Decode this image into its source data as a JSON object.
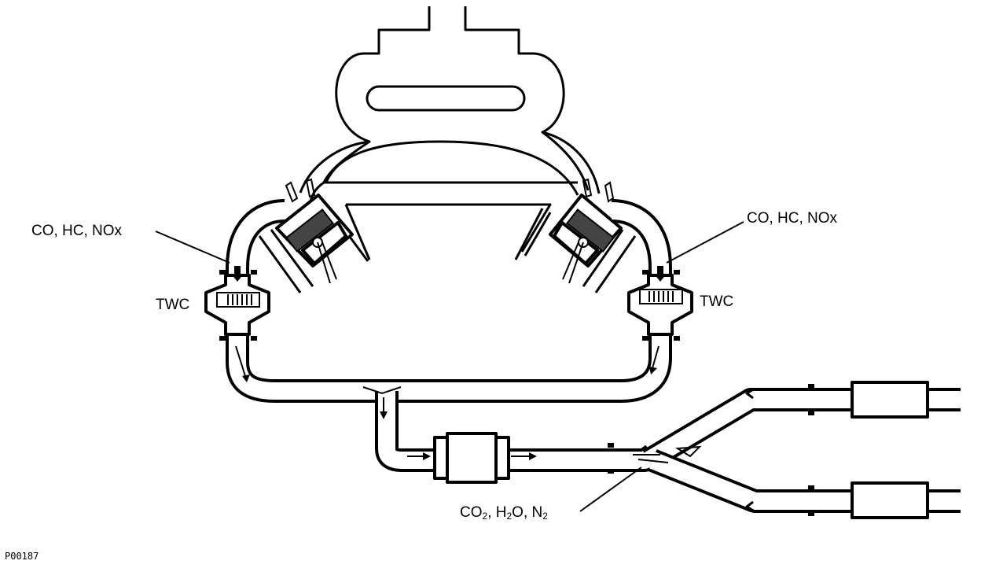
{
  "labels": {
    "left_gases": "CO, HC, NOx",
    "right_gases": "CO, HC, NOx",
    "left_catalyst": "TWC",
    "right_catalyst": "TWC",
    "output_gases": {
      "co": "CO",
      "co_sub": "2",
      "sep1": ", ",
      "h2o_h": "H",
      "h2o_sub": "2",
      "h2o_o": "O",
      "sep2": ", ",
      "n": "N",
      "n_sub": "2"
    },
    "figure_code": "P00187"
  }
}
